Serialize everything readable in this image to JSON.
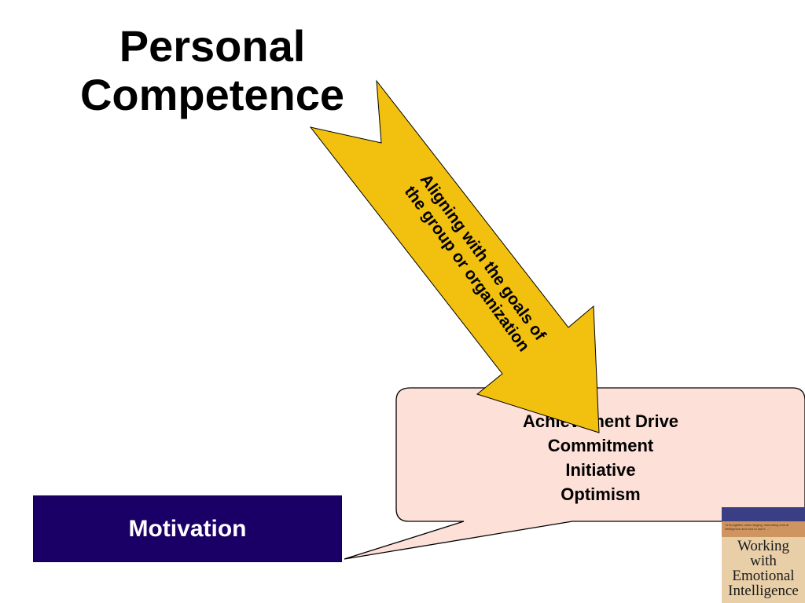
{
  "slide": {
    "title_lines": [
      "Personal",
      "Competence"
    ],
    "arrow_label_lines": [
      "Aligning with the goals of",
      "the group or organization"
    ],
    "callout_items": [
      "Achievement Drive",
      "Commitment",
      "Initiative",
      "Optimism"
    ],
    "motivation_label": "Motivation"
  },
  "book_cover": {
    "title_lines": [
      "Working",
      "with",
      "Emotional",
      "Intelligence"
    ],
    "blurb": "\"A thoughtful, wide-ranging, interesting look at intelligence and how to use it ...\""
  },
  "colors": {
    "arrow_fill": "#f2c00f",
    "callout_fill": "#fde0d8",
    "motivation_fill": "#1a0066",
    "motivation_text": "#ffffff"
  }
}
